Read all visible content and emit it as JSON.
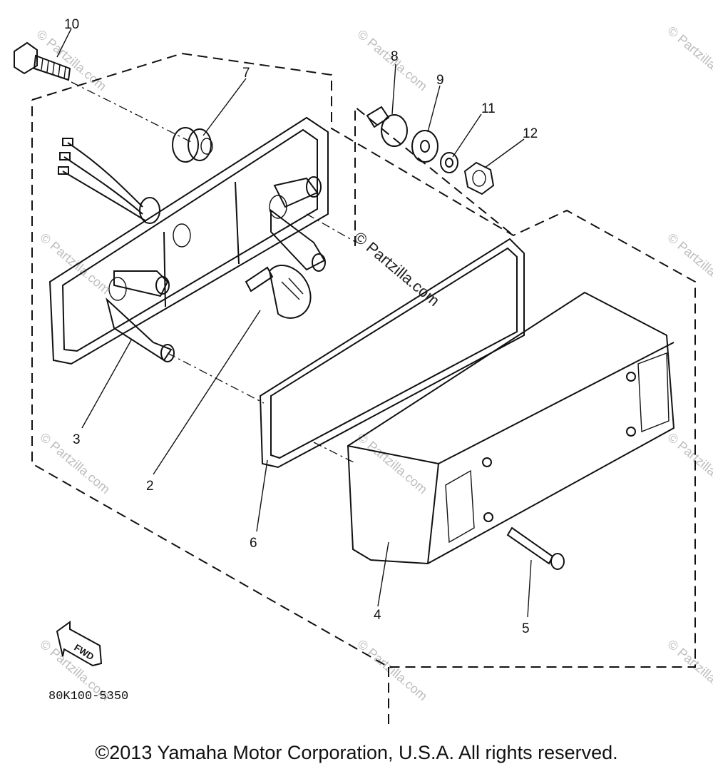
{
  "callouts": {
    "c1": "10",
    "c2": "7",
    "c3": "8",
    "c4": "9",
    "c5": "11",
    "c6": "12",
    "c7": "3",
    "c8": "2",
    "c9": "6",
    "c10": "4",
    "c11": "5"
  },
  "fwd_label": "FWD",
  "part_code": "80K100-5350",
  "watermarks": {
    "center": "© Partzilla.com",
    "tile": "© Partzilla.com"
  },
  "copyright": "©2013 Yamaha Motor Corporation, U.S.A. All rights reserved."
}
